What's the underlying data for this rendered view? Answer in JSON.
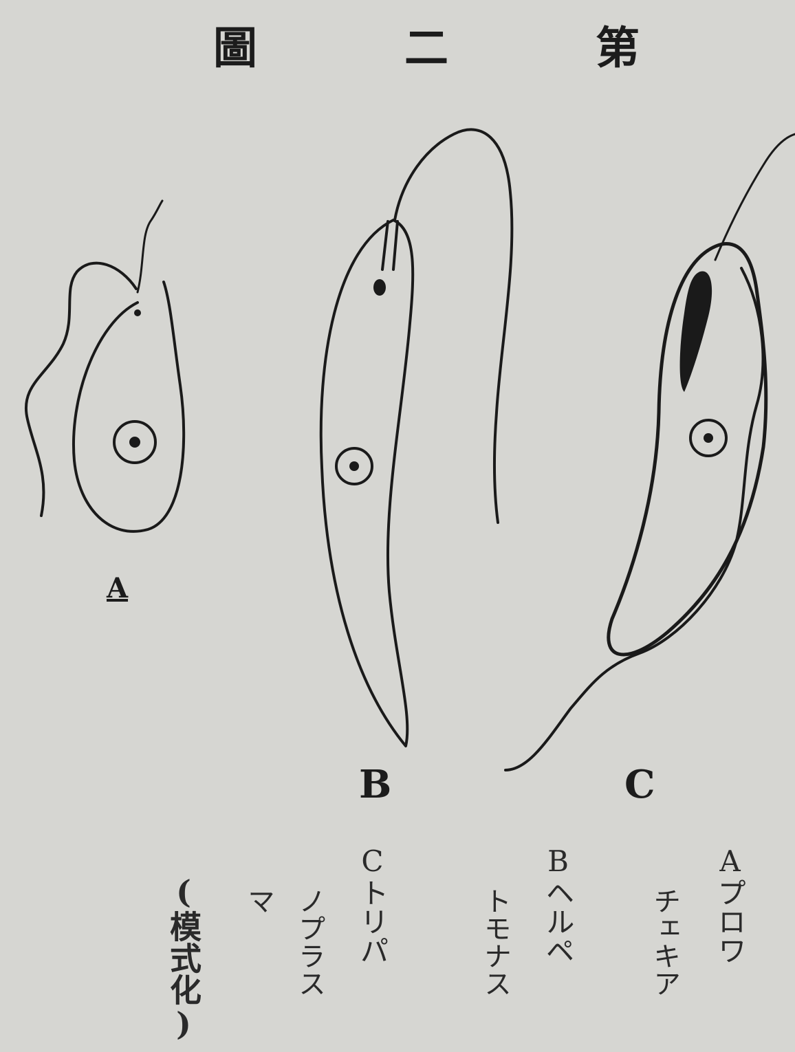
{
  "title": {
    "chars": [
      "第",
      "二",
      "圖"
    ]
  },
  "panels": {
    "a": {
      "label": "A"
    },
    "b": {
      "label": "B"
    },
    "c": {
      "label": "C"
    }
  },
  "captions": {
    "a_line1": "Aプロワ",
    "a_line2": "チェキア",
    "b_line1": "Bヘルペ",
    "b_line2": "トモナス",
    "c_line1": "Cトリパ",
    "c_line2": "ノプラス",
    "c_line3": "マ",
    "note": "(模式化)"
  }
}
